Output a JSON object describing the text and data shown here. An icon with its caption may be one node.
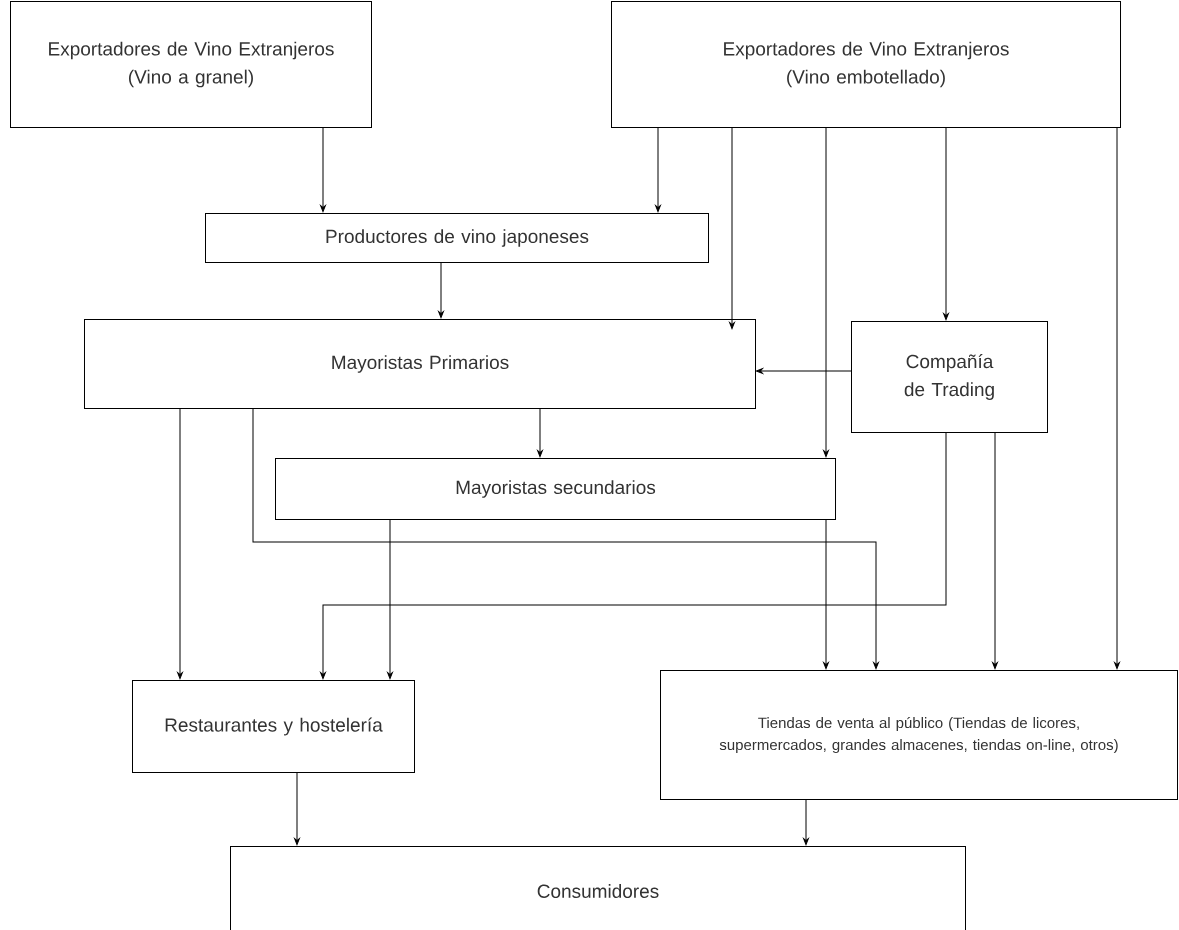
{
  "diagram": {
    "nodes": [
      {
        "text": [
          "Exportadores de Vino Extranjeros",
          "(Vino a granel)"
        ]
      },
      {
        "text": [
          "Exportadores de Vino Extranjeros",
          "(Vino embotellado)"
        ]
      },
      {
        "text": [
          "Productores de vino japoneses"
        ]
      },
      {
        "text": [
          "Mayoristas Primarios"
        ]
      },
      {
        "text": [
          "Compañía de Trading"
        ]
      },
      {
        "text": [
          "Mayoristas secundarios"
        ]
      },
      {
        "text": [
          "Restaurantes y hostelería"
        ]
      },
      {
        "text": [
          "Tiendas de venta al público (Tiendas de licores, supermercados, grandes almacenes, tiendas on-line, otros)"
        ]
      },
      {
        "text": [
          "Consumidores"
        ]
      }
    ],
    "edges": [
      {
        "from": 0,
        "to": 2,
        "arrow": "to"
      },
      {
        "from": 1,
        "to": 2,
        "arrow": "to"
      },
      {
        "from": 1,
        "to": 3,
        "arrow": "to"
      },
      {
        "from": 1,
        "to": 5,
        "arrow": "to"
      },
      {
        "from": 1,
        "to": 4,
        "arrow": "to"
      },
      {
        "from": 1,
        "to": 7,
        "arrow": "to"
      },
      {
        "from": 2,
        "to": 3,
        "arrow": "to"
      },
      {
        "from": 4,
        "to": 3,
        "arrow": "to"
      },
      {
        "from": 3,
        "to": 5,
        "arrow": "to"
      },
      {
        "from": 3,
        "to": 6,
        "arrow": "to"
      },
      {
        "from": 3,
        "to": 7,
        "arrow": "to"
      },
      {
        "from": 4,
        "to": 6,
        "arrow": "to"
      },
      {
        "from": 4,
        "to": 7,
        "arrow": "to"
      },
      {
        "from": 5,
        "to": 6,
        "arrow": "to"
      },
      {
        "from": 5,
        "to": 7,
        "arrow": "to"
      },
      {
        "from": 6,
        "to": 8,
        "arrow": "to"
      },
      {
        "from": 7,
        "to": 8,
        "arrow": "to"
      }
    ]
  }
}
